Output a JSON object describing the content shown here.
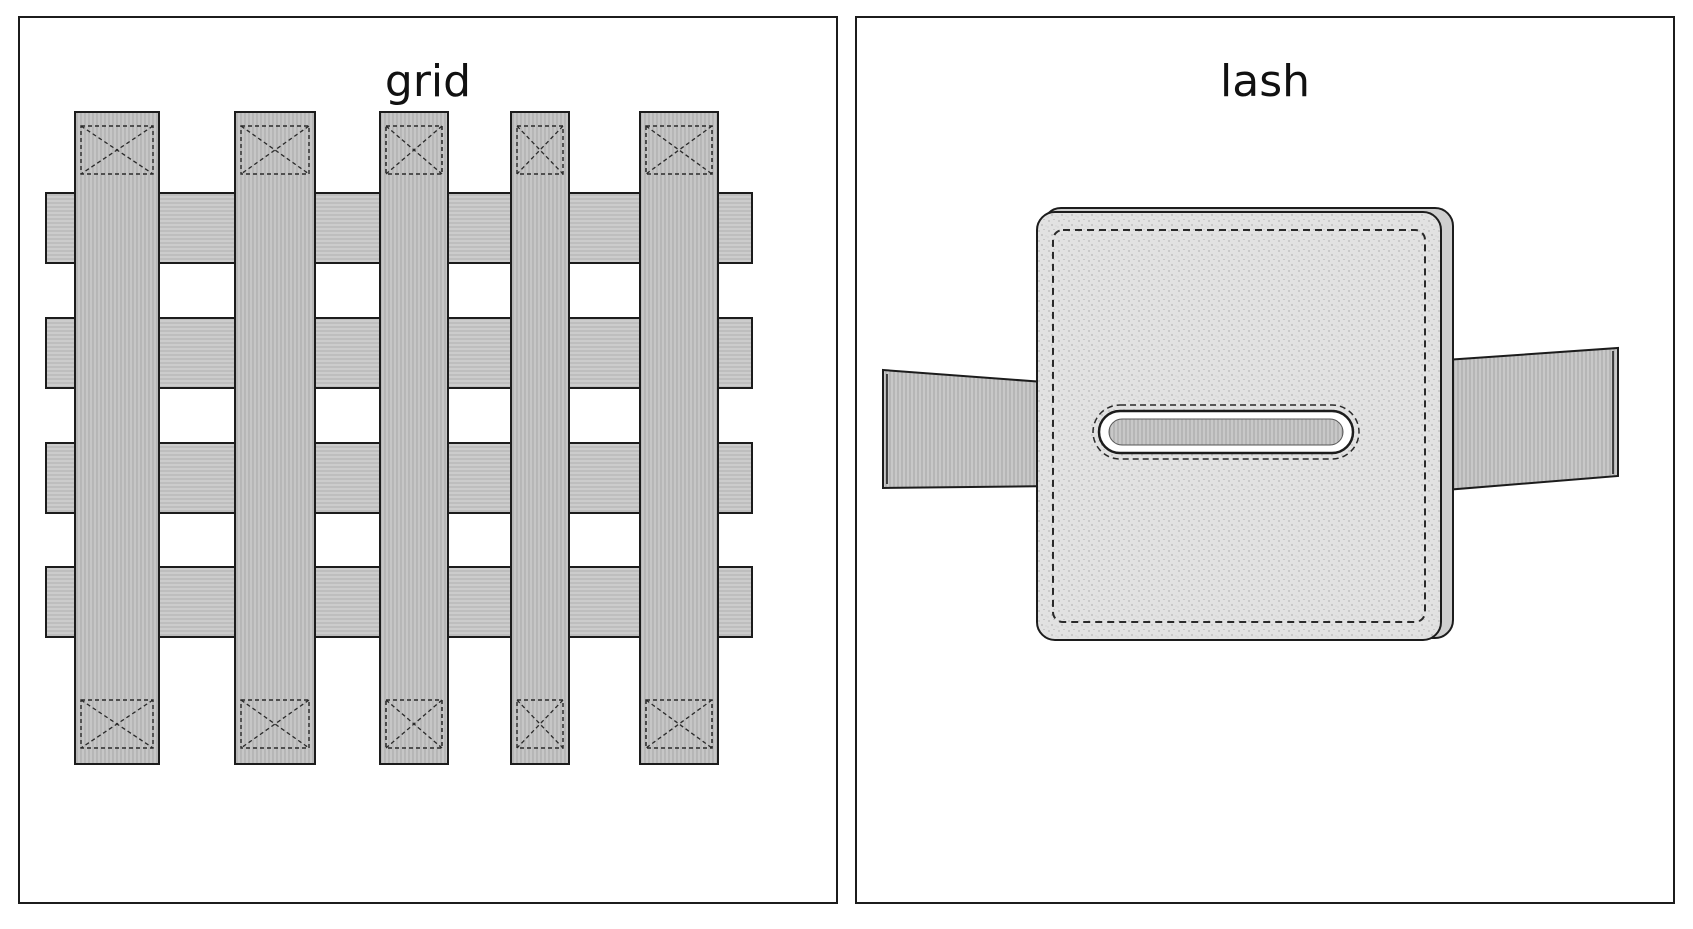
{
  "panels": [
    {
      "id": "grid",
      "title": "grid"
    },
    {
      "id": "lash",
      "title": "lash"
    }
  ],
  "colors": {
    "border": "#1c1c1c",
    "strap_fill": "#d9d9d9",
    "pad_fill": "#e4e4e4",
    "stitch": "#2a2a2a",
    "background": "#ffffff"
  },
  "icons": {
    "grid": "webbing-grid-icon",
    "lash": "lash-tab-icon"
  }
}
